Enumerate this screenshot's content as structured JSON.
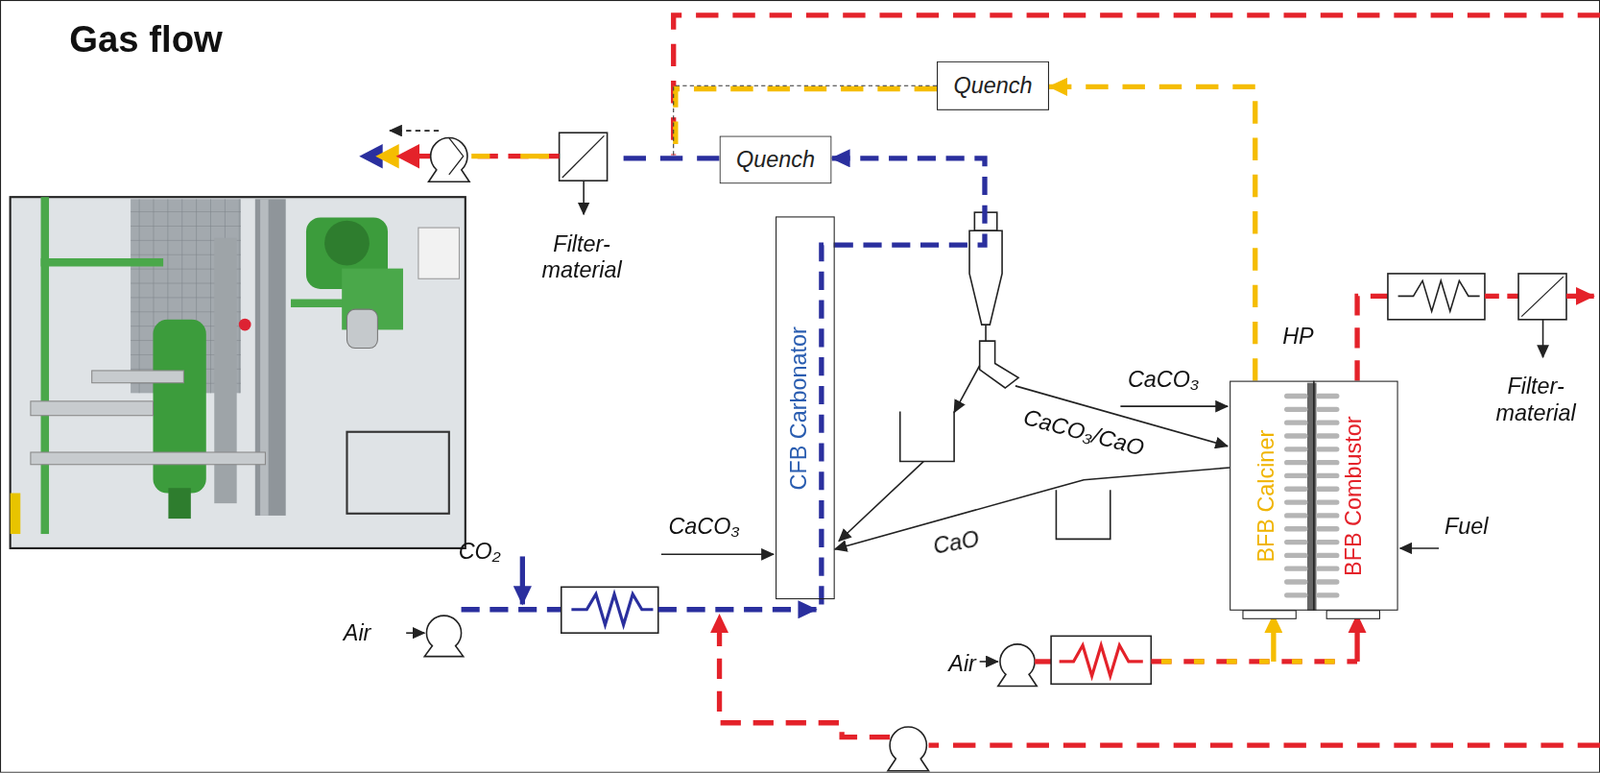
{
  "diagram": {
    "title": "Gas flow",
    "nodes": [
      {
        "text": [
          "Quench"
        ]
      },
      {
        "text": [
          "Quench"
        ]
      },
      {
        "text": [
          "CFB Carbonator"
        ]
      },
      {
        "text": [
          "BFB Calciner"
        ]
      },
      {
        "text": [
          "BFB Combustor"
        ]
      }
    ],
    "edges": [
      {
        "from": 2,
        "to": 1,
        "arrow": "to"
      },
      {
        "from": 3,
        "to": 0,
        "arrow": "to"
      },
      {
        "from": 3,
        "to": 2,
        "label": "CaO",
        "arrow": "to"
      }
    ],
    "labels": [
      "Filter- material",
      "HP",
      "CaCO₃",
      "Filter- material",
      "CaCO₃/CaO",
      "CaCO₃",
      "Fuel",
      "CO₂",
      "Air",
      "Air"
    ]
  }
}
